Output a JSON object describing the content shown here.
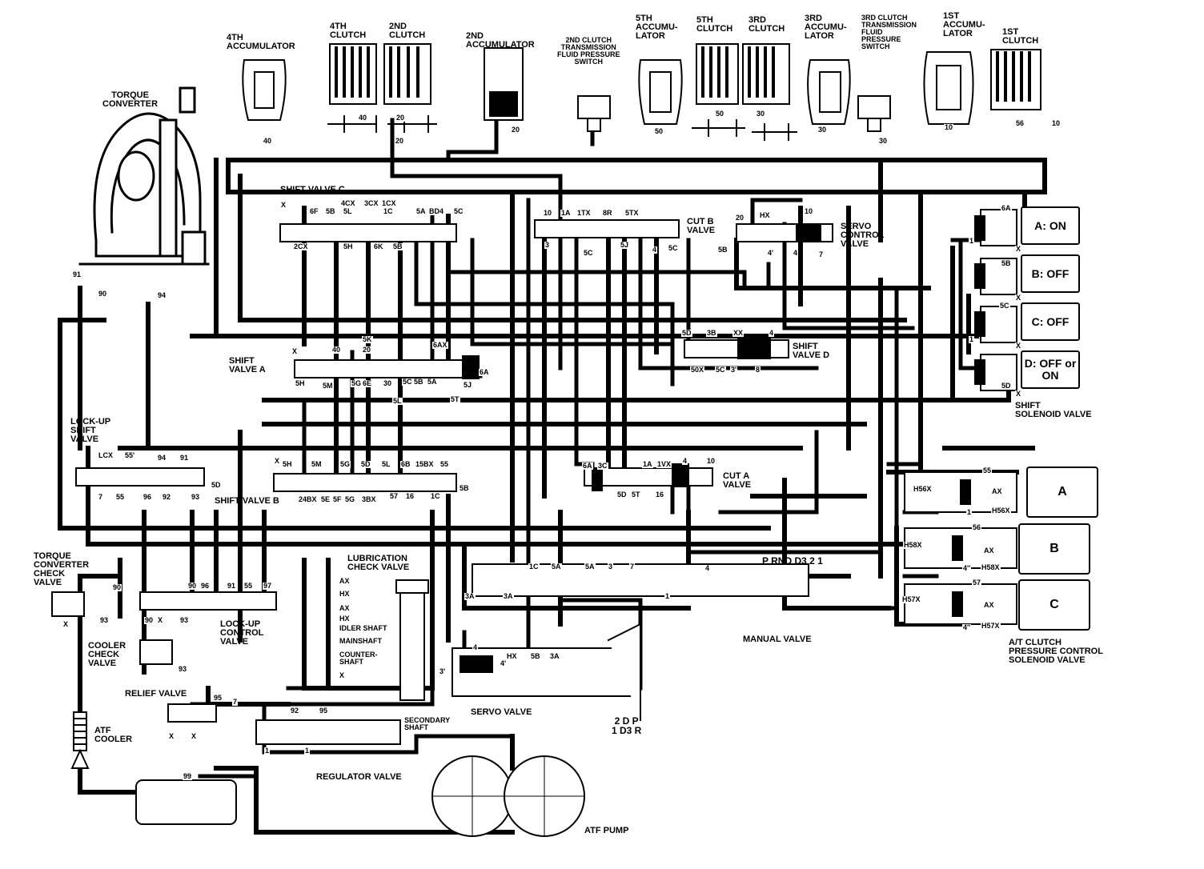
{
  "components": {
    "torque_converter": "TORQUE\nCONVERTER",
    "accumulator_4th": "4TH\nACCUMULATOR",
    "clutch_4th": "4TH\nCLUTCH",
    "clutch_2nd": "2ND\nCLUTCH",
    "accumulator_2nd": "2ND\nACCUMULATOR",
    "pressure_switch_2nd": "2ND CLUTCH\nTRANSMISSION\nFLUID PRESSURE\nSWITCH",
    "accumulator_5th": "5TH\nACCUMU-\nLATOR",
    "clutch_5th": "5TH\nCLUTCH",
    "clutch_3rd": "3RD\nCLUTCH",
    "accumulator_3rd": "3RD\nACCUMU-\nLATOR",
    "pressure_switch_3rd": "3RD CLUTCH\nTRANSMISSION\nFLUID\nPRESSURE\nSWITCH",
    "accumulator_1st": "1ST\nACCUMU-\nLATOR",
    "clutch_1st": "1ST\nCLUTCH",
    "shift_valve_c": "SHIFT VALVE C",
    "cut_b_valve": "CUT B\nVALVE",
    "servo_control_valve": "SERVO\nCONTROL\nVALVE",
    "shift_valve_a": "SHIFT\nVALVE A",
    "shift_valve_d": "SHIFT\nVALVE D",
    "shift_solenoid_valve": "SHIFT\nSOLENOID VALVE",
    "lock_up_shift_valve": "LOCK-UP\nSHIFT\nVALVE",
    "shift_valve_b": "SHIFT VALVE B",
    "cut_a_valve": "CUT A\nVALVE",
    "tc_check_valve": "TORQUE\nCONVERTER\nCHECK\nVALVE",
    "lubrication_check_valve": "LUBRICATION\nCHECK VALVE",
    "lock_up_control_valve": "LOCK-UP\nCONTROL\nVALVE",
    "cooler_check_valve": "COOLER\nCHECK\nVALVE",
    "manual_valve": "MANUAL VALVE",
    "at_clutch_pcs_valve": "A/T CLUTCH\nPRESSURE CONTROL\nSOLENOID VALVE",
    "relief_valve": "RELIEF VALVE",
    "atf_cooler": "ATF\nCOOLER",
    "servo_valve": "SERVO VALVE",
    "secondary_shaft": "SECONDARY\nSHAFT",
    "regulator_valve": "REGULATOR VALVE",
    "atf_pump": "ATF PUMP"
  },
  "shift_solenoids": [
    {
      "letter": "A",
      "state": "A: ON"
    },
    {
      "letter": "B",
      "state": "B: OFF"
    },
    {
      "letter": "C",
      "state": "C: OFF"
    },
    {
      "letter": "D",
      "state": "D: OFF\nor ON"
    }
  ],
  "pcs_solenoids": [
    "A",
    "B",
    "C"
  ],
  "lube_circuits": [
    "AX",
    "HX",
    "AX",
    "HX",
    "IDLER SHAFT",
    "MAINSHAFT",
    "COUNTER-\nSHAFT",
    "X"
  ],
  "manual_valve_positions": "P  RND D3 2 1",
  "manual_lever_positions": "2 D P\n1 D3 R",
  "port_labels": [
    "40",
    "40",
    "20",
    "20",
    "20",
    "50",
    "50",
    "30",
    "30",
    "30",
    "10",
    "56",
    "10",
    "X",
    "6F",
    "5B",
    "4CX",
    "5L",
    "3CX",
    "1CX",
    "1C",
    "5A",
    "BD4",
    "5C",
    "2CX",
    "5H",
    "6K",
    "5B",
    "10",
    "1A",
    "1TX",
    "8R",
    "5TX",
    "3",
    "5C",
    "5J",
    "4",
    "5C",
    "20",
    "HX",
    "10",
    "5B",
    "4'",
    "4",
    "7",
    "6A",
    "1",
    "X",
    "5B",
    "X",
    "5C",
    "1",
    "X",
    "5D",
    "X",
    "X",
    "5K",
    "20",
    "40",
    "6AX",
    "6A",
    "5H",
    "5M",
    "5G",
    "6E",
    "30",
    "5C",
    "5B",
    "5A",
    "5L",
    "5T",
    "5J",
    "5D",
    "3B",
    "XX",
    "4",
    "50X",
    "5C",
    "3'",
    "8",
    "91",
    "90",
    "94",
    "LCX",
    "55'",
    "94",
    "91",
    "7",
    "55",
    "96",
    "92",
    "93",
    "5D",
    "X",
    "5H",
    "5M",
    "5G",
    "5D",
    "5L",
    "6B",
    "15BX",
    "55",
    "24BX",
    "5E",
    "5F",
    "5G",
    "3BX",
    "57",
    "16",
    "1C",
    "5B",
    "6A",
    "3C",
    "1A",
    "1VX",
    "4",
    "10",
    "5D",
    "5T",
    "16",
    "55",
    "H56X",
    "AX",
    "H56X",
    "1",
    "56",
    "H58X",
    "AX",
    "H58X",
    "4''",
    "57",
    "H57X",
    "AX",
    "H57X",
    "4''",
    "90",
    "X",
    "93",
    "X",
    "90",
    "X",
    "93",
    "90",
    "96",
    "91",
    "55",
    "97",
    "93",
    "1C",
    "5A",
    "5A",
    "3",
    "7",
    "4",
    "3A",
    "3A",
    "1",
    "4",
    "HX",
    "5B",
    "3A",
    "4'",
    "3'",
    "95",
    "7",
    "X",
    "X",
    "92",
    "95",
    "1",
    "1",
    "99"
  ]
}
